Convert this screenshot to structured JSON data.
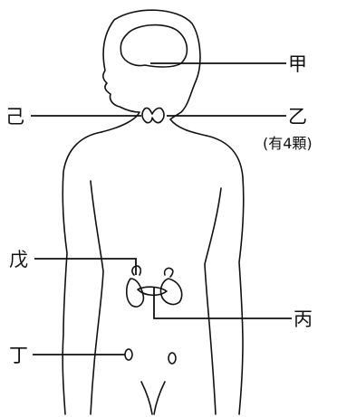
{
  "labels": {
    "jia": "甲",
    "yi": "乙",
    "yi_note": "(有4顆)",
    "bing": "丙",
    "ding": "丁",
    "wu": "戊",
    "ji": "己"
  },
  "colors": {
    "stroke": "#111111",
    "background": "#ffffff"
  }
}
